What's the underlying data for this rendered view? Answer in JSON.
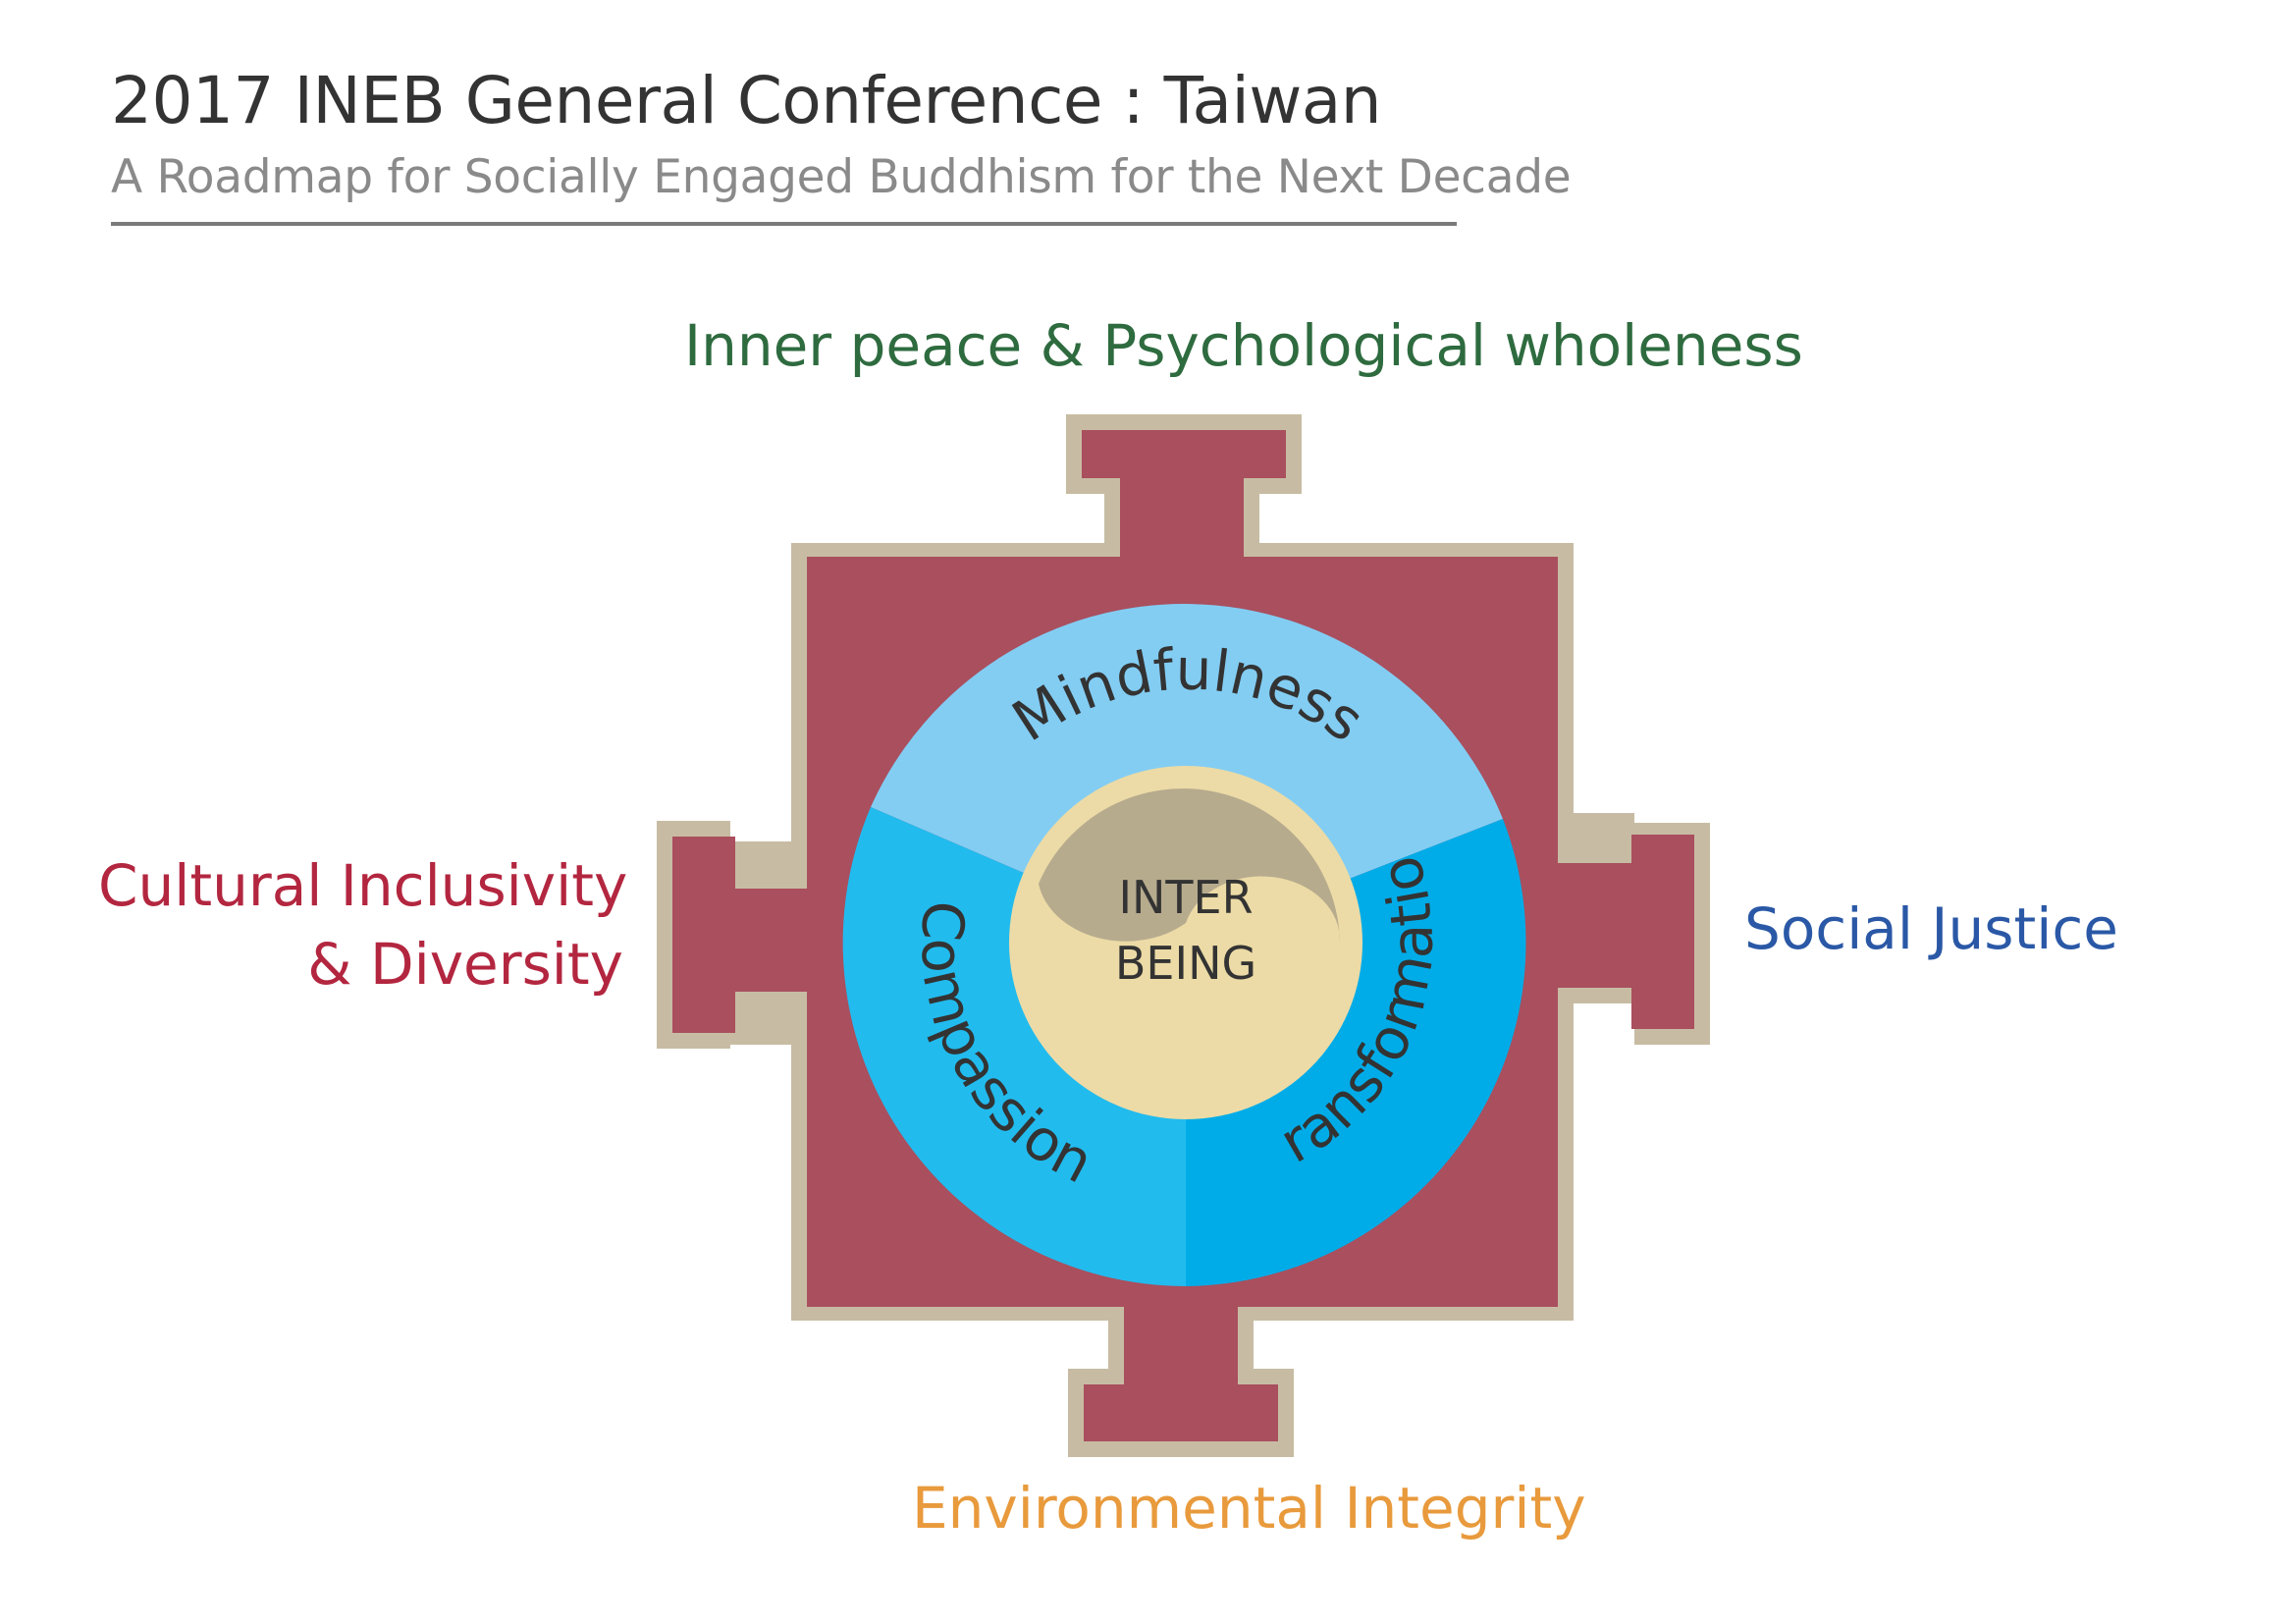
{
  "header": {
    "title": "2017 INEB General Conference : Taiwan",
    "subtitle": "A Roadmap for Socially Engaged Buddhism for the Next Decade"
  },
  "outer_labels": {
    "top": "Inner peace & Psychological wholeness",
    "left_line1": "Cultural Inclusivity",
    "left_line2": "& Diversity",
    "right": "Social Justice",
    "bottom": "Environmental Integrity"
  },
  "ring_segments": {
    "top": "Mindfulness",
    "right": "Transformation",
    "left": "Compassion"
  },
  "center": {
    "line1": "INTER",
    "line2": "BEING"
  },
  "colors": {
    "mandala": "#a94f5e",
    "mandala_border": "#c7bca3",
    "ring_top": "#83cdf3",
    "ring_left": "#22bbee",
    "ring_right": "#00ace8",
    "center_dark": "#b7ab8e",
    "center_light": "#ecdba6",
    "label_top": "#2e6b3f",
    "label_left": "#b3263f",
    "label_right": "#2a58a6",
    "label_bottom": "#e89a3c"
  }
}
